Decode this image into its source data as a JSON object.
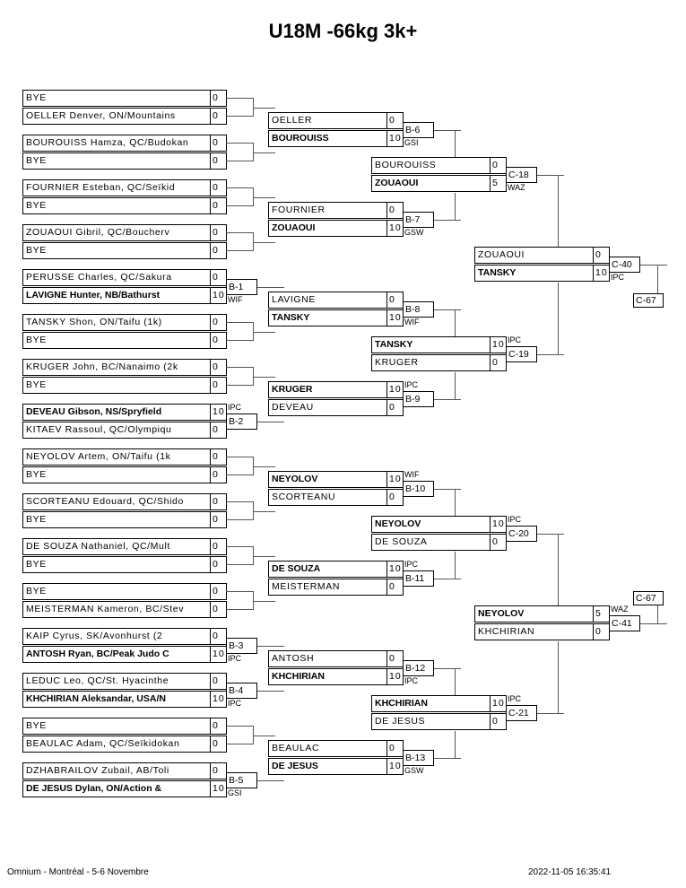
{
  "title": "U18M -66kg 3k+",
  "footer": {
    "left": "Omnium - Montréal - 5-6 Novembre",
    "right": "2022-11-05 16:35:41"
  },
  "round1": [
    {
      "top": {
        "name": "BYE",
        "score": "0"
      },
      "bottom": {
        "name": "OELLER Denver, ON/Mountains",
        "score": "0"
      },
      "label": "",
      "tech": "",
      "winner": ""
    },
    {
      "top": {
        "name": "BOUROUISS Hamza, QC/Budokan",
        "score": "0"
      },
      "bottom": {
        "name": "BYE",
        "score": "0"
      },
      "label": "",
      "tech": "",
      "winner": ""
    },
    {
      "top": {
        "name": "FOURNIER Esteban, QC/Seïkid",
        "score": "0"
      },
      "bottom": {
        "name": "BYE",
        "score": "0"
      },
      "label": "",
      "tech": "",
      "winner": ""
    },
    {
      "top": {
        "name": "ZOUAOUI Gibril, QC/Boucherv",
        "score": "0"
      },
      "bottom": {
        "name": "BYE",
        "score": "0"
      },
      "label": "",
      "tech": "",
      "winner": ""
    },
    {
      "top": {
        "name": "PERUSSE Charles, QC/Sakura",
        "score": "0"
      },
      "bottom": {
        "name": "LAVIGNE Hunter, NB/Bathurst",
        "score": "10"
      },
      "label": "B-1",
      "tech": "WIF",
      "winner": "bottom"
    },
    {
      "top": {
        "name": "TANSKY Shon, ON/Taifu (1k)",
        "score": "0"
      },
      "bottom": {
        "name": "BYE",
        "score": "0"
      },
      "label": "",
      "tech": "",
      "winner": ""
    },
    {
      "top": {
        "name": "KRUGER John, BC/Nanaimo (2k",
        "score": "0"
      },
      "bottom": {
        "name": "BYE",
        "score": "0"
      },
      "label": "",
      "tech": "",
      "winner": ""
    },
    {
      "top": {
        "name": "DEVEAU Gibson, NS/Spryfield",
        "score": "10"
      },
      "bottom": {
        "name": "KITAEV Rassoul, QC/Olympiqu",
        "score": "0"
      },
      "label": "B-2",
      "tech": "IPC",
      "winner": "top"
    },
    {
      "top": {
        "name": "NEYOLOV Artem, ON/Taifu (1k",
        "score": "0"
      },
      "bottom": {
        "name": "BYE",
        "score": "0"
      },
      "label": "",
      "tech": "",
      "winner": ""
    },
    {
      "top": {
        "name": "SCORTEANU Edouard, QC/Shido",
        "score": "0"
      },
      "bottom": {
        "name": "BYE",
        "score": "0"
      },
      "label": "",
      "tech": "",
      "winner": ""
    },
    {
      "top": {
        "name": "DE SOUZA Nathaniel, QC/Mult",
        "score": "0"
      },
      "bottom": {
        "name": "BYE",
        "score": "0"
      },
      "label": "",
      "tech": "",
      "winner": ""
    },
    {
      "top": {
        "name": "BYE",
        "score": "0"
      },
      "bottom": {
        "name": "MEISTERMAN Kameron, BC/Stev",
        "score": "0"
      },
      "label": "",
      "tech": "",
      "winner": ""
    },
    {
      "top": {
        "name": "KAIP Cyrus, SK/Avonhurst (2",
        "score": "0"
      },
      "bottom": {
        "name": "ANTOSH Ryan, BC/Peak Judo C",
        "score": "10"
      },
      "label": "B-3",
      "tech": "IPC",
      "winner": "bottom"
    },
    {
      "top": {
        "name": "LEDUC Leo, QC/St. Hyacinthe",
        "score": "0"
      },
      "bottom": {
        "name": "KHCHIRIAN Aleksandar, USA/N",
        "score": "10"
      },
      "label": "B-4",
      "tech": "IPC",
      "winner": "bottom"
    },
    {
      "top": {
        "name": "BYE",
        "score": "0"
      },
      "bottom": {
        "name": "BEAULAC Adam, QC/Seïkidokan",
        "score": "0"
      },
      "label": "",
      "tech": "",
      "winner": ""
    },
    {
      "top": {
        "name": "DZHABRAILOV Zubail, AB/Toli",
        "score": "0"
      },
      "bottom": {
        "name": "DE JESUS Dylan, ON/Action &",
        "score": "10"
      },
      "label": "B-5",
      "tech": "GSI",
      "winner": "bottom"
    }
  ],
  "round2": [
    {
      "top": {
        "name": "OELLER",
        "score": "0"
      },
      "bottom": {
        "name": "BOUROUISS",
        "score": "10"
      },
      "label": "B-6",
      "tech": "GSI",
      "winner": "bottom"
    },
    {
      "top": {
        "name": "FOURNIER",
        "score": "0"
      },
      "bottom": {
        "name": "ZOUAOUI",
        "score": "10"
      },
      "label": "B-7",
      "tech": "GSW",
      "winner": "bottom"
    },
    {
      "top": {
        "name": "LAVIGNE",
        "score": "0"
      },
      "bottom": {
        "name": "TANSKY",
        "score": "10"
      },
      "label": "B-8",
      "tech": "WIF",
      "winner": "bottom"
    },
    {
      "top": {
        "name": "KRUGER",
        "score": "10"
      },
      "bottom": {
        "name": "DEVEAU",
        "score": "0"
      },
      "label": "B-9",
      "tech": "IPC",
      "winner": "top"
    },
    {
      "top": {
        "name": "NEYOLOV",
        "score": "10"
      },
      "bottom": {
        "name": "SCORTEANU",
        "score": "0"
      },
      "label": "B-10",
      "tech": "WIF",
      "winner": "top"
    },
    {
      "top": {
        "name": "DE SOUZA",
        "score": "10"
      },
      "bottom": {
        "name": "MEISTERMAN",
        "score": "0"
      },
      "label": "B-11",
      "tech": "IPC",
      "winner": "top"
    },
    {
      "top": {
        "name": "ANTOSH",
        "score": "0"
      },
      "bottom": {
        "name": "KHCHIRIAN",
        "score": "10"
      },
      "label": "B-12",
      "tech": "IPC",
      "winner": "bottom"
    },
    {
      "top": {
        "name": "BEAULAC",
        "score": "0"
      },
      "bottom": {
        "name": "DE JESUS",
        "score": "10"
      },
      "label": "B-13",
      "tech": "GSW",
      "winner": "bottom"
    }
  ],
  "round3": [
    {
      "top": {
        "name": "BOUROUISS",
        "score": "0"
      },
      "bottom": {
        "name": "ZOUAOUI",
        "score": "5"
      },
      "label": "C-18",
      "tech": "WAZ",
      "winner": "bottom"
    },
    {
      "top": {
        "name": "TANSKY",
        "score": "10"
      },
      "bottom": {
        "name": "KRUGER",
        "score": "0"
      },
      "label": "C-19",
      "tech": "IPC",
      "winner": "top"
    },
    {
      "top": {
        "name": "NEYOLOV",
        "score": "10"
      },
      "bottom": {
        "name": "DE SOUZA",
        "score": "0"
      },
      "label": "C-20",
      "tech": "IPC",
      "winner": "top"
    },
    {
      "top": {
        "name": "KHCHIRIAN",
        "score": "10"
      },
      "bottom": {
        "name": "DE JESUS",
        "score": "0"
      },
      "label": "C-21",
      "tech": "IPC",
      "winner": "top"
    }
  ],
  "round4": [
    {
      "top": {
        "name": "ZOUAOUI",
        "score": "0"
      },
      "bottom": {
        "name": "TANSKY",
        "score": "10"
      },
      "label": "C-40",
      "tech": "IPC",
      "winner": "bottom",
      "next": "C-67"
    },
    {
      "top": {
        "name": "NEYOLOV",
        "score": "5"
      },
      "bottom": {
        "name": "KHCHIRIAN",
        "score": "0"
      },
      "label": "C-41",
      "tech": "WAZ",
      "winner": "top",
      "next": "C-67"
    }
  ]
}
